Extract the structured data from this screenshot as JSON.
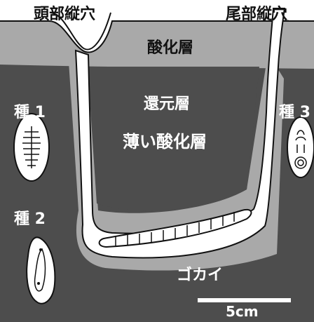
{
  "labels": {
    "head_burrow": "頭部縦穴",
    "tail_burrow": "尾部縦穴",
    "oxidized_layer": "酸化層",
    "reduced_layer": "還元層",
    "thin_oxidized_layer": "薄い酸化層",
    "species1": "種 1",
    "species2": "種 2",
    "species3": "種 3",
    "worm": "ゴカイ",
    "scale": "5cm"
  },
  "colors": {
    "background": "#ffffff",
    "oxidized": "#a9a9a9",
    "reduced": "#4d4d4d",
    "burrow_lining": "#cfcfcf",
    "burrow": "#ffffff",
    "outline": "#111111"
  }
}
